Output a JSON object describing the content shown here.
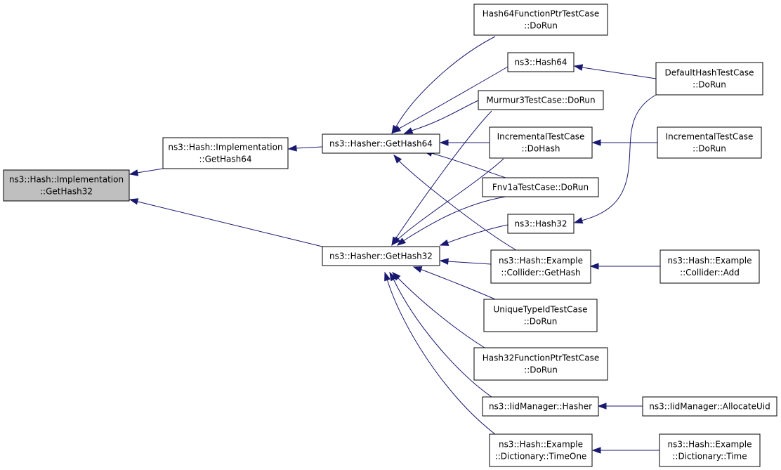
{
  "graph": {
    "nodes": [
      {
        "id": "n0",
        "lines": [
          "ns3::Hash::Implementation",
          "::GetHash32"
        ],
        "root": true
      },
      {
        "id": "n1",
        "lines": [
          "ns3::Hash::Implementation",
          "::GetHash64"
        ]
      },
      {
        "id": "n2",
        "lines": [
          "ns3::Hasher::GetHash64"
        ]
      },
      {
        "id": "n3",
        "lines": [
          "ns3::Hasher::GetHash32"
        ]
      },
      {
        "id": "n4",
        "lines": [
          "Hash64FunctionPtrTestCase",
          "::DoRun"
        ]
      },
      {
        "id": "n5",
        "lines": [
          "ns3::Hash64"
        ]
      },
      {
        "id": "n6",
        "lines": [
          "Murmur3TestCase::DoRun"
        ]
      },
      {
        "id": "n7",
        "lines": [
          "IncrementalTestCase",
          "::DoHash"
        ]
      },
      {
        "id": "n8",
        "lines": [
          "Fnv1aTestCase::DoRun"
        ]
      },
      {
        "id": "n9",
        "lines": [
          "ns3::Hash32"
        ]
      },
      {
        "id": "n10",
        "lines": [
          "ns3::Hash::Example",
          "::Collider::GetHash"
        ]
      },
      {
        "id": "n11",
        "lines": [
          "UniqueTypeIdTestCase",
          "::DoRun"
        ]
      },
      {
        "id": "n12",
        "lines": [
          "Hash32FunctionPtrTestCase",
          "::DoRun"
        ]
      },
      {
        "id": "n13",
        "lines": [
          "ns3::IidManager::Hasher"
        ]
      },
      {
        "id": "n14",
        "lines": [
          "ns3::Hash::Example",
          "::Dictionary::TimeOne"
        ]
      },
      {
        "id": "n15",
        "lines": [
          "DefaultHashTestCase",
          "::DoRun"
        ]
      },
      {
        "id": "n16",
        "lines": [
          "IncrementalTestCase",
          "::DoRun"
        ]
      },
      {
        "id": "n17",
        "lines": [
          "ns3::Hash::Example",
          "::Collider::Add"
        ]
      },
      {
        "id": "n18",
        "lines": [
          "ns3::IidManager::AllocateUid"
        ]
      },
      {
        "id": "n19",
        "lines": [
          "ns3::Hash::Example",
          "::Dictionary::Time"
        ]
      }
    ],
    "edges": [
      {
        "from": "n1",
        "to": "n0"
      },
      {
        "from": "n3",
        "to": "n0"
      },
      {
        "from": "n2",
        "to": "n1"
      },
      {
        "from": "n4",
        "to": "n2"
      },
      {
        "from": "n5",
        "to": "n2"
      },
      {
        "from": "n6",
        "to": "n2"
      },
      {
        "from": "n7",
        "to": "n2"
      },
      {
        "from": "n8",
        "to": "n2"
      },
      {
        "from": "n10",
        "to": "n2"
      },
      {
        "from": "n6",
        "to": "n3"
      },
      {
        "from": "n7",
        "to": "n3"
      },
      {
        "from": "n8",
        "to": "n3"
      },
      {
        "from": "n9",
        "to": "n3"
      },
      {
        "from": "n10",
        "to": "n3"
      },
      {
        "from": "n11",
        "to": "n3"
      },
      {
        "from": "n12",
        "to": "n3"
      },
      {
        "from": "n13",
        "to": "n3"
      },
      {
        "from": "n14",
        "to": "n3"
      },
      {
        "from": "n15",
        "to": "n5"
      },
      {
        "from": "n15",
        "to": "n9"
      },
      {
        "from": "n16",
        "to": "n7"
      },
      {
        "from": "n17",
        "to": "n10"
      },
      {
        "from": "n18",
        "to": "n13"
      },
      {
        "from": "n19",
        "to": "n14"
      }
    ],
    "edge_color": "#191970",
    "root_fill": "#bfbfbf"
  }
}
